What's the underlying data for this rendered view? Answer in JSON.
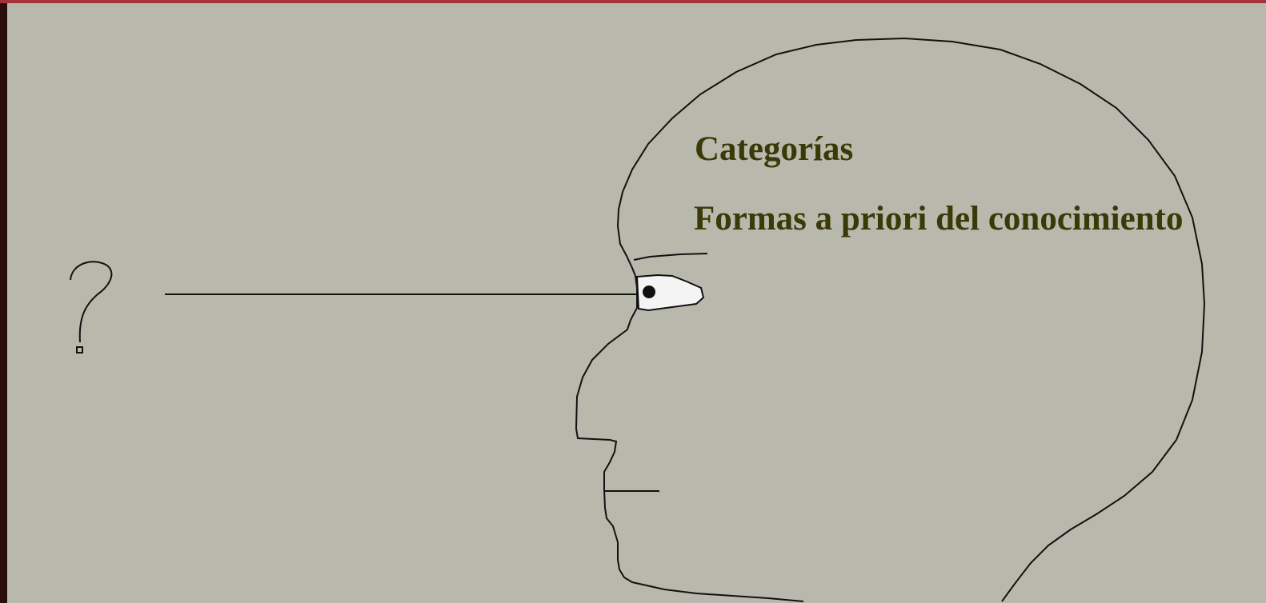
{
  "labels": {
    "categorias": "Categorías",
    "formas": "Formas a priori del conocimiento"
  },
  "colors": {
    "background": "#b8b8ad",
    "left_border": "#2a0d0d",
    "top_border": "#a8323a",
    "text": "#3a3a08",
    "line": "#111111",
    "eye_white": "#f4f4f4"
  },
  "icons": {
    "question_mark": "question-mark-icon",
    "head": "head-profile",
    "eye": "eye-icon"
  }
}
